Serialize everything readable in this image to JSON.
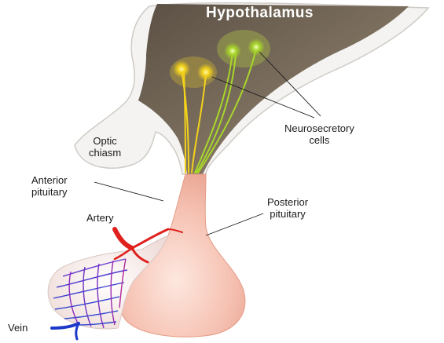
{
  "diagram": {
    "title": "Hypothalamus",
    "labels": {
      "optic_chiasm": [
        "Optic",
        "chiasm"
      ],
      "neurosecretory_cells": [
        "Neurosecretory",
        "cells"
      ],
      "anterior_pituitary": [
        "Anterior",
        "pituitary"
      ],
      "posterior_pituitary": [
        "Posterior",
        "pituitary"
      ],
      "artery": "Artery",
      "vein": "Vein"
    },
    "colors": {
      "hypothalamus": "#6e6253",
      "stalk_outline": "#c9c6c1",
      "posterior_pituitary": "#f3b6a6",
      "anterior_pituitary": "#f6e6e2",
      "yellow_neurons": "#f2d21b",
      "green_neurons": "#a8d62a",
      "artery": "#e0201d",
      "vein": "#1b38c9",
      "leader_lines": "#1b1b1b"
    }
  }
}
